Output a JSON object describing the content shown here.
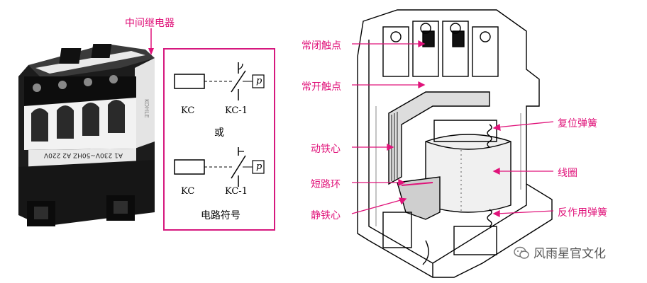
{
  "photo": {
    "title": "中间继电器",
    "rating_text": "A1 230V~50HZ A2 220V",
    "side_brand": "KOHLE"
  },
  "symbols": {
    "top": {
      "coil": "KC",
      "contact": "KC-1",
      "contact_tag": "p"
    },
    "or_text": "或",
    "bottom": {
      "coil": "KC",
      "contact": "KC-1",
      "contact_tag": "p"
    },
    "caption": "电路符号"
  },
  "cutaway": {
    "left_labels": [
      "常闭触点",
      "常开触点",
      "动铁心",
      "短路环",
      "静铁心"
    ],
    "right_labels": [
      "复位弹簧",
      "线圈",
      "反作用弹簧"
    ]
  },
  "watermark": {
    "text": "风雨星官文化"
  },
  "colors": {
    "accent": "#e0137a",
    "box_border": "#d6187e"
  }
}
